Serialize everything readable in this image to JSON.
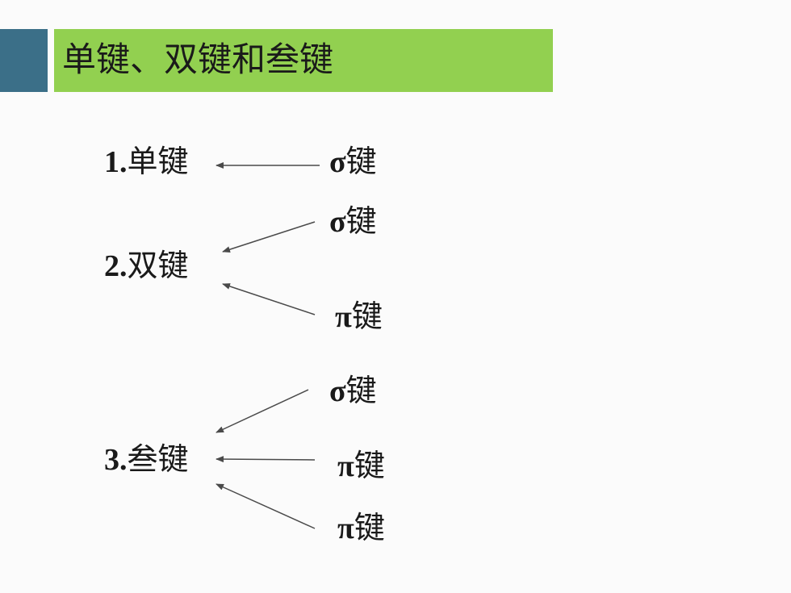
{
  "title": "单键、双键和叁键",
  "bond_types": [
    {
      "number": "1.",
      "name": "单键"
    },
    {
      "number": "2.",
      "name": "双键"
    },
    {
      "number": "3.",
      "name": "叁键"
    }
  ],
  "components": [
    {
      "symbol": "σ",
      "name": "键"
    },
    {
      "symbol": "σ",
      "name": "键"
    },
    {
      "symbol": "π",
      "name": "键"
    },
    {
      "symbol": "σ",
      "name": "键"
    },
    {
      "symbol": "π",
      "name": "键"
    },
    {
      "symbol": "π",
      "name": "键"
    }
  ]
}
